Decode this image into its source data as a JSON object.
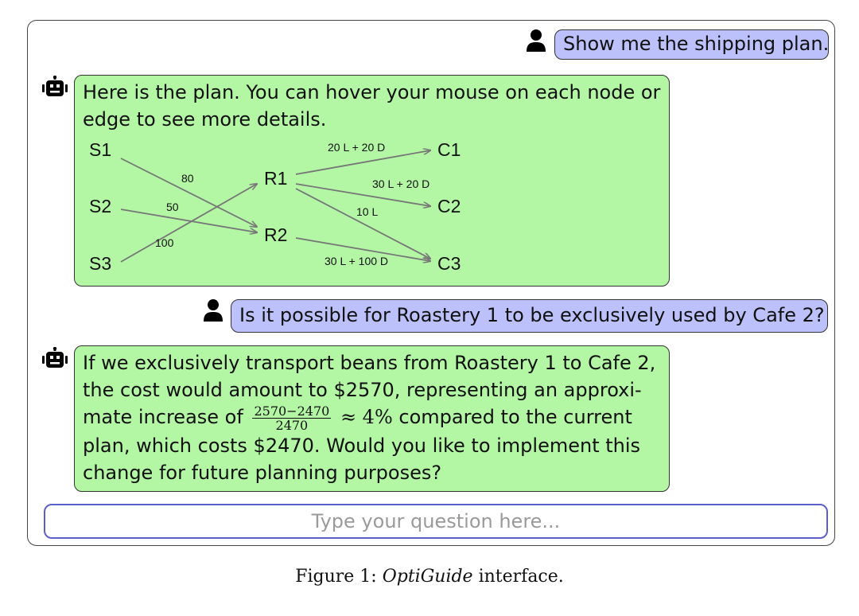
{
  "messages": [
    {
      "role": "user",
      "text": "Show me the shipping plan."
    },
    {
      "role": "bot",
      "lines": [
        "Here is the plan.  You can hover your mouse on each node or",
        "edge to see more details."
      ]
    },
    {
      "role": "user",
      "text": "Is it possible for Roastery 1 to be exclusively used by Cafe 2?"
    },
    {
      "role": "bot",
      "line1": "If we exclusively transport beans from Roastery 1 to Cafe 2,",
      "line2": "the cost would amount to $2570, representing an approxi-",
      "line3_pre": "mate increase of",
      "frac_num": "2570−2470",
      "frac_den": "2470",
      "approx": "≈ 4%",
      "line3_post": "compared to the current",
      "line4": "plan, which costs $2470. Would you like to implement this",
      "line5": "change for future planning purposes?"
    }
  ],
  "graph": {
    "nodes": [
      "S1",
      "S2",
      "S3",
      "R1",
      "R2",
      "C1",
      "C2",
      "C3"
    ],
    "edges": [
      {
        "from": "S1",
        "to": "R2",
        "label": "80"
      },
      {
        "from": "S2",
        "to": "R2",
        "label": "50"
      },
      {
        "from": "S3",
        "to": "R1",
        "label": "100"
      },
      {
        "from": "R1",
        "to": "C1",
        "label": "20 L + 20 D"
      },
      {
        "from": "R1",
        "to": "C2",
        "label": "30 L + 20 D"
      },
      {
        "from": "R1",
        "to": "C3",
        "label": "10 L"
      },
      {
        "from": "R2",
        "to": "C3",
        "label": "30 L + 100 D"
      }
    ]
  },
  "input": {
    "placeholder": "Type your question here..."
  },
  "caption": {
    "prefix": "Figure 1:",
    "name": "OptiGuide",
    "suffix": "interface."
  },
  "icons": {
    "user": "person-icon",
    "bot": "robot-icon"
  },
  "colors": {
    "user_bubble": "#bcc0fb",
    "bot_bubble": "#b3f6a4",
    "input_border": "#5b5fc7"
  }
}
